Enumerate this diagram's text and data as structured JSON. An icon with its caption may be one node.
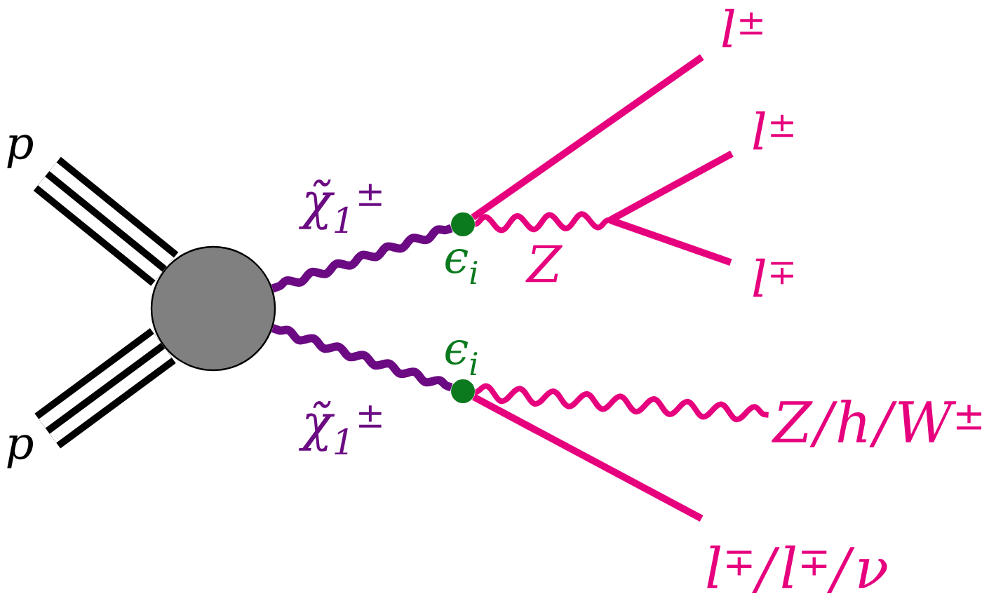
{
  "diagram": {
    "nodes": [
      {
        "text": [
          "p"
        ]
      },
      {
        "text": [
          "p"
        ]
      },
      {
        "text": [],
        "shape": "circle"
      },
      {
        "text": [],
        "shape": "circle",
        "beside": [
          "ϵ$_{i}$"
        ]
      },
      {
        "text": [],
        "shape": "circle",
        "beside": [
          "ϵ$_{i}$"
        ]
      },
      {
        "text": [
          "l$^{±}$"
        ]
      },
      {
        "text": [
          "l$^{±}$"
        ]
      },
      {
        "text": [
          "l$^{∓}$"
        ]
      },
      {
        "text": [
          "Z/h/W$^{±}$"
        ]
      },
      {
        "text": [
          "l$^{∓}$/l$^{∓}$/ν"
        ]
      }
    ],
    "edges": [
      {
        "from": 0,
        "to": 2,
        "arrow": "none",
        "style": "thick",
        "color": "#000000"
      },
      {
        "from": 1,
        "to": 2,
        "arrow": "none",
        "style": "thick",
        "color": "#000000"
      },
      {
        "from": 2,
        "to": 3,
        "arrow": "none",
        "label": "χ̃$_{1}$$^{±}$",
        "color": "#6b0a82"
      },
      {
        "from": 2,
        "to": 4,
        "arrow": "none",
        "label": "χ̃$_{1}$$^{±}$",
        "color": "#6b0a82"
      },
      {
        "from": 3,
        "to": 5,
        "arrow": "none"
      },
      {
        "from": 3,
        "to": 6,
        "arrow": "none",
        "label": "Z"
      },
      {
        "from": 3,
        "to": 7,
        "arrow": "none"
      },
      {
        "from": 4,
        "to": 8,
        "arrow": "none"
      },
      {
        "from": 4,
        "to": 9,
        "arrow": "none"
      }
    ]
  }
}
